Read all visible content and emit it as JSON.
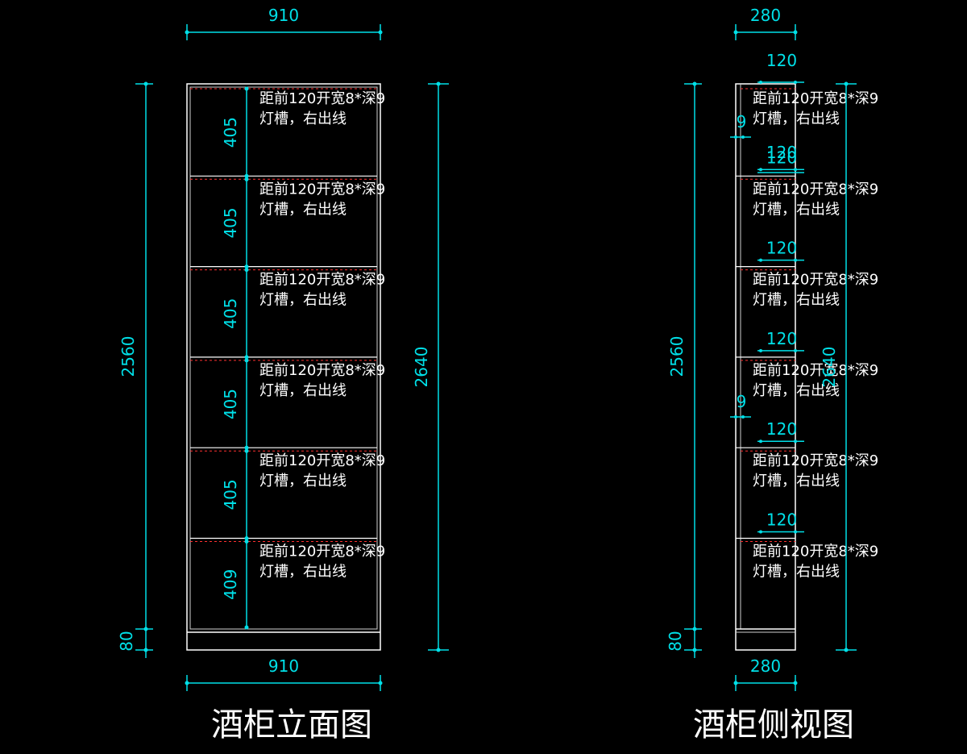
{
  "colors": {
    "background": "#000000",
    "dimension": "#00e0e8",
    "outline": "#ffffff",
    "groove": "#ff3030"
  },
  "front_view": {
    "title": "酒柜立面图",
    "width_top": "910",
    "width_bottom": "910",
    "height_inner": "2560",
    "height_total": "2640",
    "base": "80",
    "compartments": [
      "405",
      "405",
      "405",
      "405",
      "405",
      "409"
    ],
    "note_line1": "距前120开宽8*深9",
    "note_line2": "灯槽，右出线"
  },
  "side_view": {
    "title": "酒柜侧视图",
    "depth_top": "280",
    "depth_bottom": "280",
    "height_inner": "2560",
    "height_total": "2640",
    "base": "80",
    "groove_offset": "120",
    "groove_depth": "9",
    "note_line1": "距前120开宽8*深9",
    "note_line2": "灯槽，右出线"
  }
}
